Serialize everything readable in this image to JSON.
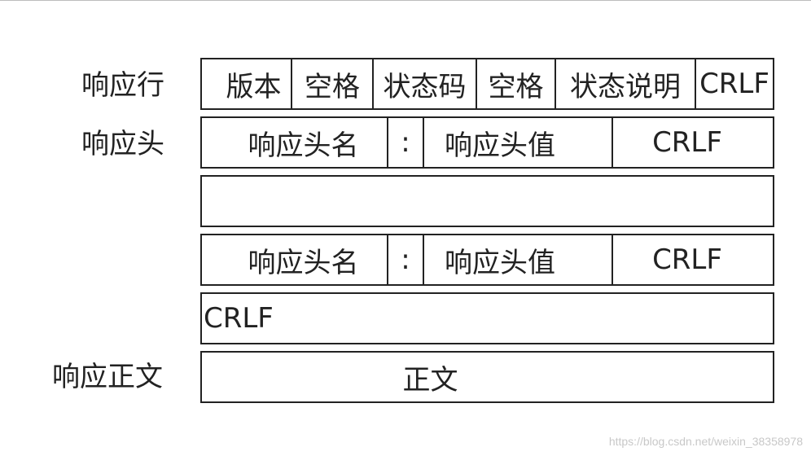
{
  "labels": {
    "status_line": "响应行",
    "headers": "响应头",
    "body": "响应正文"
  },
  "status_line": {
    "version": "版本",
    "space1": "空格",
    "status_code": "状态码",
    "space2": "空格",
    "reason": "状态说明",
    "crlf": "CRLF"
  },
  "header_row_1": {
    "name": "响应头名",
    "colon": ":",
    "value": "响应头值",
    "crlf": "CRLF"
  },
  "header_row_2": {
    "name": "响应头名",
    "colon": ":",
    "value": "响应头值",
    "crlf": "CRLF"
  },
  "blank_line": {
    "crlf": "CRLF"
  },
  "body_row": {
    "text": "正文"
  },
  "watermark": "https://blog.csdn.net/weixin_38358978"
}
